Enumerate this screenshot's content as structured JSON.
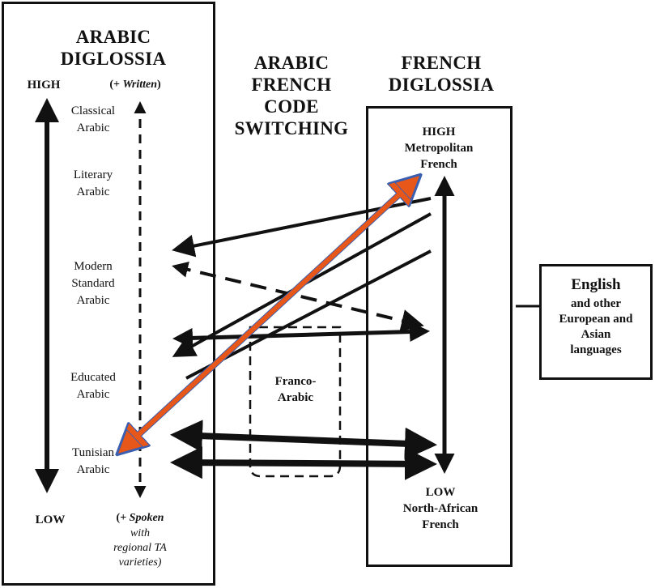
{
  "arabic": {
    "title": "ARABIC\nDIGLOSSIA",
    "high": "HIGH",
    "written_pre": "(+ ",
    "written": "Written",
    "written_post": ")",
    "low": "LOW",
    "spoken_pre": "(+ ",
    "spoken": "Spoken",
    "spoken_note": "with\nregional TA\nvarieties)",
    "levels": [
      "Classical\nArabic",
      "Literary\nArabic",
      "Modern\nStandard\nArabic",
      "Educated\nArabic",
      "Tunisian\nArabic"
    ]
  },
  "middle": {
    "title": "ARABIC\nFRENCH\nCODE\nSWITCHING",
    "franco": "Franco-\nArabic"
  },
  "french": {
    "title": "FRENCH\nDIGLOSSIA",
    "high": "HIGH\nMetropolitan\nFrench",
    "low": "LOW\nNorth-African\nFrench"
  },
  "english": {
    "title": "English",
    "sub": "and other\nEuropean and\nAsian\nlanguages"
  },
  "colors": {
    "orange": "#e8571a",
    "blue": "#3a5fb0",
    "ink": "#111111"
  }
}
